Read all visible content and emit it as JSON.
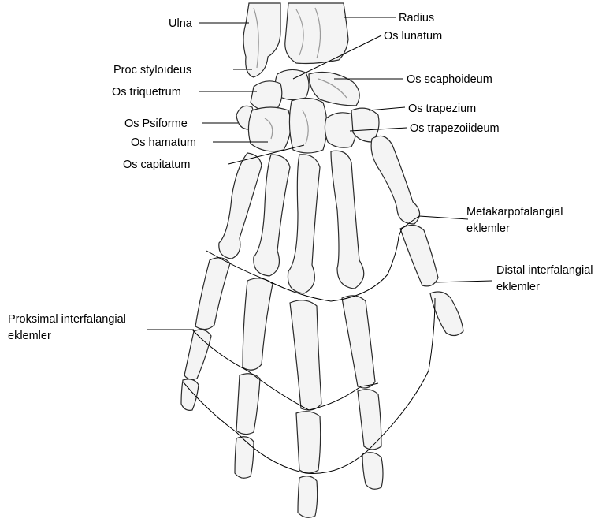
{
  "labels": {
    "ulna": "Ulna",
    "radius": "Radius",
    "os_lunatum": "Os lunatum",
    "proc_styloideus": "Proc styloıdeus",
    "os_triquetrum": "Os triquetrum",
    "os_scaphoideum": "Os scaphoideum",
    "os_trapezium": "Os trapezium",
    "os_psiforme": "Os Psiforme",
    "os_trapezoideum": "Os trapezoiideum",
    "os_hamatum": "Os hamatum",
    "os_capitatum": "Os capitatum",
    "metakarpofalangial_1": "Metakarpofalangial",
    "metakarpofalangial_2": "eklemler",
    "distal_1": "Distal interfalangial",
    "distal_2": "eklemler",
    "proksimal_1": "Proksimal interfalangial",
    "proksimal_2": "eklemler"
  },
  "colors": {
    "bone_fill": "#f4f4f4",
    "bone_outline": "#2a2a2a",
    "bone_shade": "#bdbdbd",
    "leader_line": "#000000",
    "label_text": "#000000"
  }
}
